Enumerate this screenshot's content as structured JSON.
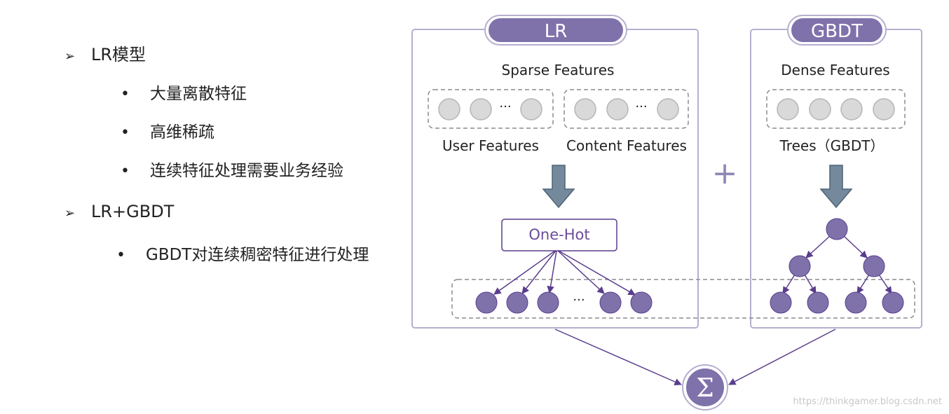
{
  "bullets": {
    "lr_model": "LR模型",
    "lr_points": [
      "大量离散特征",
      "高维稀疏",
      "连续特征处理需要业务经验"
    ],
    "lr_gbdt": "LR+GBDT",
    "lr_gbdt_points": [
      "GBDT对连续稠密特征进行处理"
    ]
  },
  "diagram": {
    "lr_title": "LR",
    "gbdt_title": "GBDT",
    "sparse_features": "Sparse Features",
    "dense_features": "Dense Features",
    "user_features": "User Features",
    "content_features": "Content Features",
    "trees": "Trees（GBDT）",
    "one_hot": "One-Hot",
    "ellipsis": "···",
    "plus": "+",
    "sigma": "Σ"
  },
  "colors": {
    "purple_fill": "#7f72ab",
    "purple_line": "#5a3d8c",
    "box_border": "#b7aecf",
    "gray_node": "#d9d9d9",
    "gray_node_border": "#b5b5b5",
    "arrow_fill": "#75899d"
  },
  "watermark": "https://thinkgamer.blog.csdn.net"
}
